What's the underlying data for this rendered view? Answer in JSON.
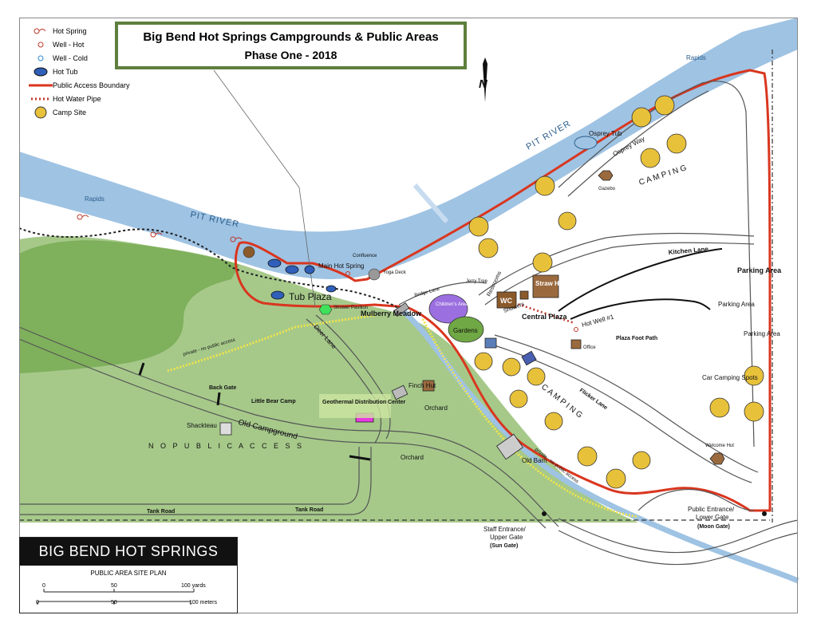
{
  "title": {
    "line1": "Big Bend Hot Springs Campgrounds & Public Areas",
    "line2": "Phase One - 2018"
  },
  "legend": [
    {
      "icon": "hot-spring-icon",
      "label": "Hot Spring"
    },
    {
      "icon": "well-hot-icon",
      "label": "Well - Hot"
    },
    {
      "icon": "well-cold-icon",
      "label": "Well - Cold"
    },
    {
      "icon": "hot-tub-icon",
      "label": "Hot Tub"
    },
    {
      "icon": "boundary-line-icon",
      "label": "Public Access Boundary"
    },
    {
      "icon": "pipe-line-icon",
      "label": "Hot Water Pipe"
    },
    {
      "icon": "camp-site-icon",
      "label": "Camp Site"
    }
  ],
  "colors": {
    "river": "#9fc3e3",
    "grass": "#a6c98a",
    "dark_grass": "#7fb05c",
    "boundary": "#d9361f",
    "camp_site": "#e8c13a",
    "building": "#9a6a3e",
    "frame_green": "#5e7f3d"
  },
  "north": "N",
  "site_plan": {
    "name": "BIG BEND HOT SPRINGS",
    "subtitle": "PUBLIC AREA SITE PLAN",
    "yards": [
      "0",
      "50",
      "100 yards"
    ],
    "meters": [
      "0",
      "50",
      "100 meters"
    ]
  },
  "labels": {
    "pit_river_1": "PIT RIVER",
    "pit_river_2": "PIT RIVER",
    "rapids_1": "Rapids",
    "rapids_2": "Rapids",
    "osprey_tub": "Osprey Tub",
    "osprey_way": "Osprey Way",
    "camping_1": "C A M P I N G",
    "camping_2": "C A M P I N G",
    "gazebo": "Gazebo",
    "kitchen_lane": "Kitchen Lane",
    "parking_area_main": "Parking Area",
    "parking_area_2": "Parking Area",
    "parking_area_3": "Parking Area",
    "car_camping": "Car Camping Spots",
    "welcome_hut": "Welcome Hut",
    "main_hot_spring": "Main Hot Spring",
    "confluence": "Confluence",
    "yoga_deck": "Yoga Deck",
    "bridge_lane": "Bridge Lane",
    "jerry_tree": "Jerry Tree",
    "restrooms": "Restrooms",
    "wc": "WC",
    "showers": "Showers",
    "straw_hall": "Straw Hall",
    "childrens_area": "Children's Area",
    "gardens": "Gardens",
    "central_plaza": "Central Plaza",
    "hot_well": "Hot Well #1",
    "office": "Office",
    "plaza_foot_path": "Plaza Foot Path",
    "tub_plaza": "Tub Plaza",
    "shower_pavilion": "Shower Pavilion",
    "mulberry_meadow": "Mulberry Meadow",
    "deer_lane": "Deer Lane",
    "finch_hut": "Finch Hut",
    "flicker_lane": "Flicker Lane",
    "back_gate": "Back Gate",
    "little_bear_camp": "Little Bear Camp",
    "geothermal": "Geothermal Distribution Center",
    "orchard_1": "Orchard",
    "orchard_2": "Orchard",
    "shackteau": "Shackteau",
    "old_campground": "Old Campground",
    "no_public_access": "N O   P U B L I C   A C C E S S",
    "old_barn": "Old Barn",
    "private_1": "private - no public access",
    "private_2": "private - no public access",
    "tank_road_1": "Tank Road",
    "tank_road_2": "Tank Road",
    "staff_entrance": "Staff Entrance/",
    "upper_gate": "Upper Gate",
    "sun_gate": "(Sun Gate)",
    "public_entrance": "Public Entrance/",
    "lower_gate": "Lower Gate",
    "moon_gate": "(Moon Gate)"
  }
}
